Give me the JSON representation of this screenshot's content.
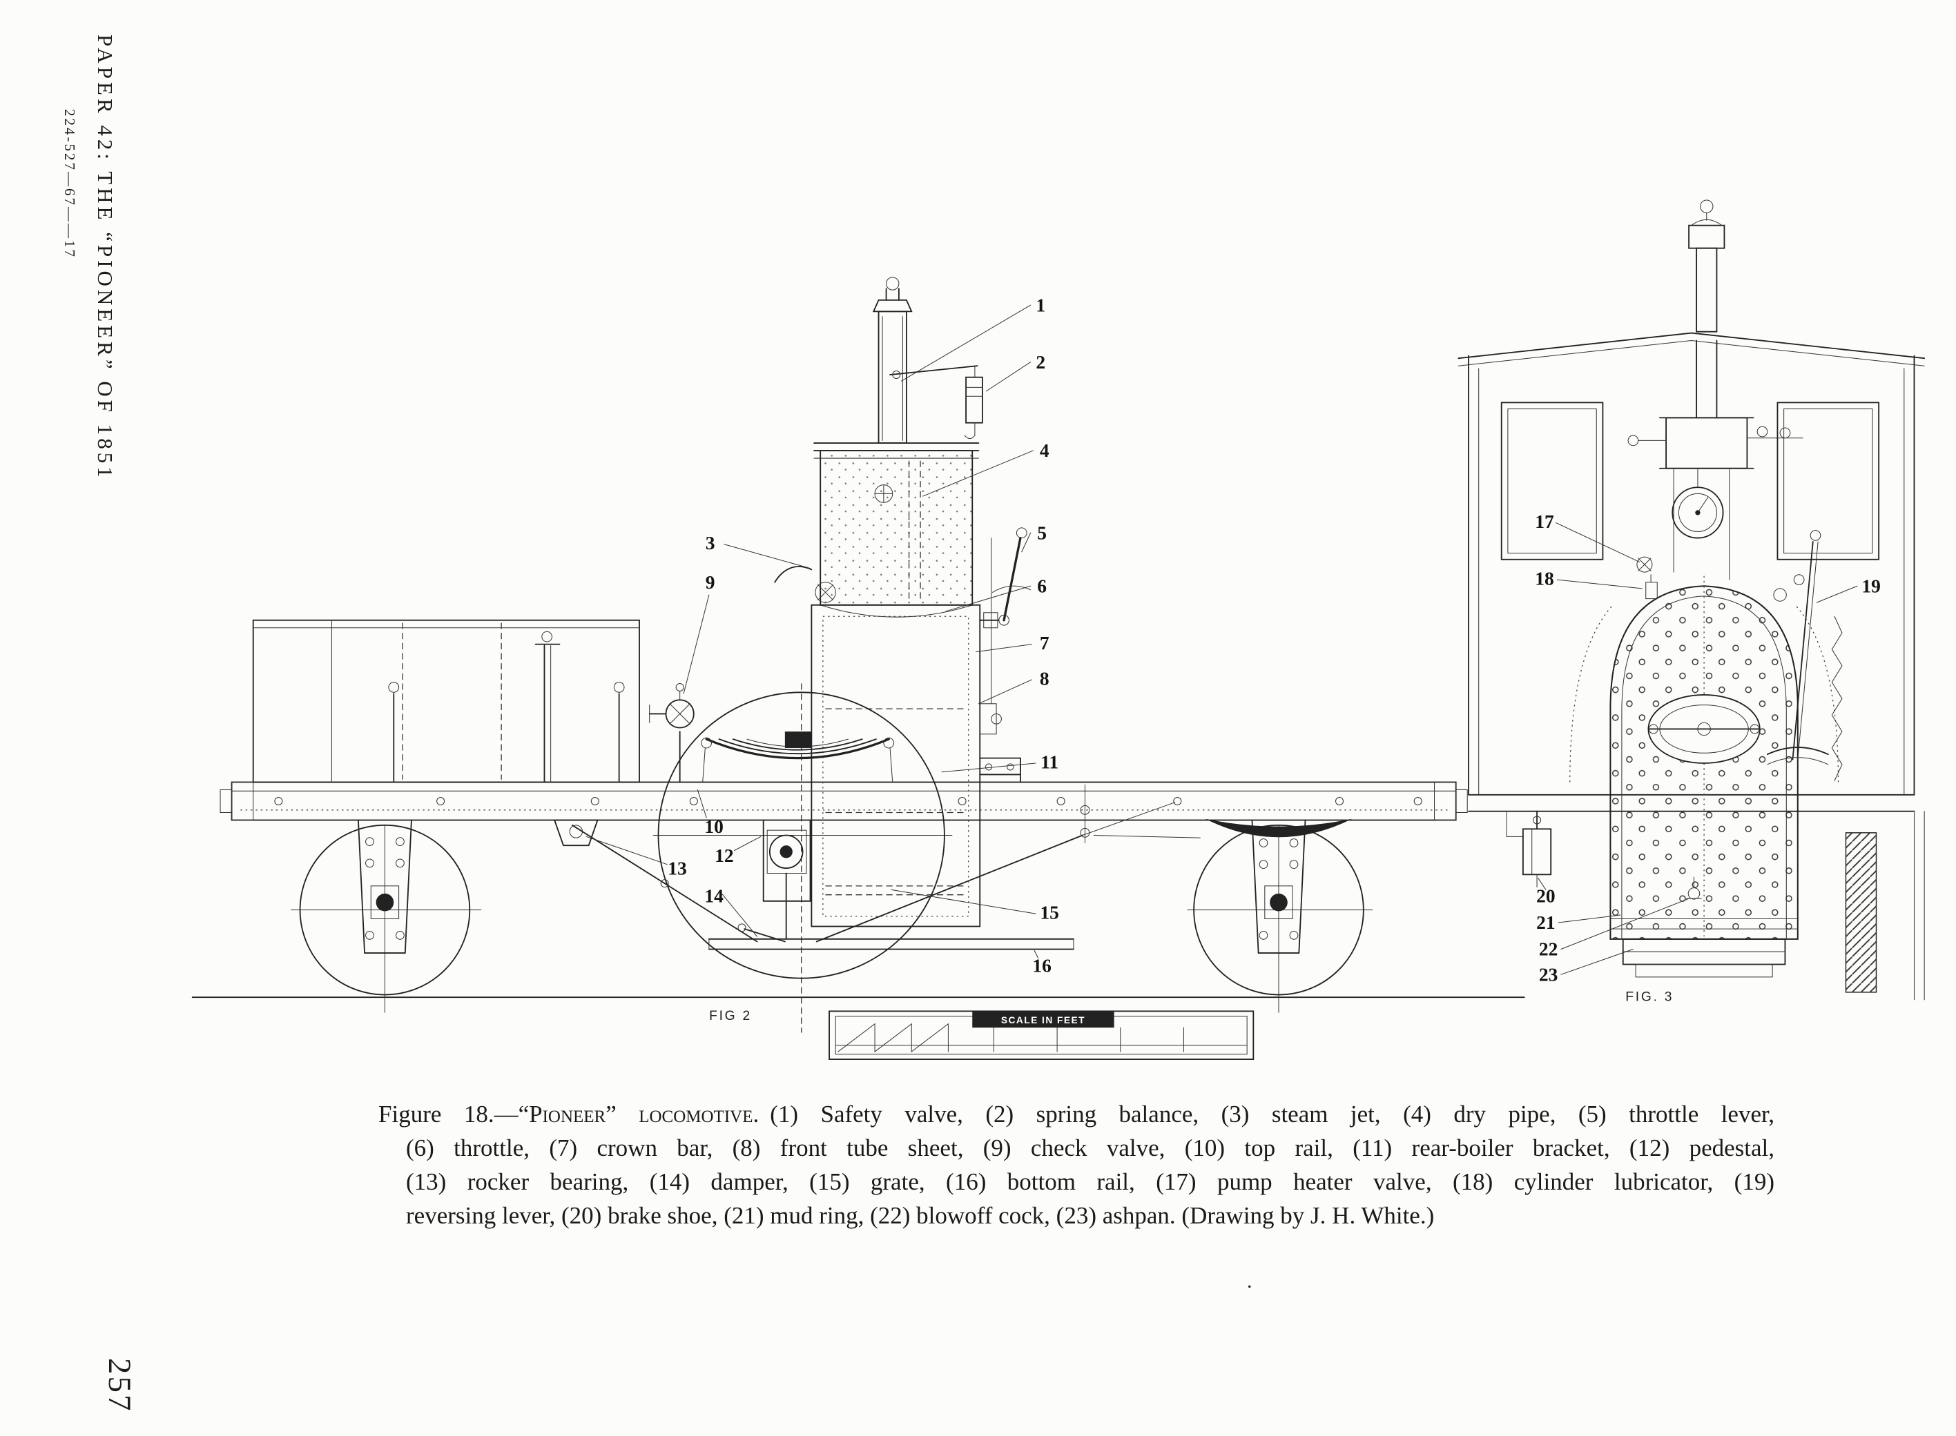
{
  "page": {
    "running_head": "PAPER 42:  THE  “PIONEER”  OF  1851",
    "print_code": "224-527—67——17",
    "page_number": "257",
    "ornament": "."
  },
  "figure": {
    "fig2_label": "FIG 2",
    "fig3_label": "FIG. 3",
    "scale_label": "SCALE IN FEET",
    "callout_numbers": [
      "1",
      "2",
      "3",
      "4",
      "5",
      "6",
      "7",
      "8",
      "9",
      "10",
      "11",
      "12",
      "13",
      "14",
      "15",
      "16",
      "17",
      "18",
      "19",
      "20",
      "21",
      "22",
      "23"
    ]
  },
  "caption": {
    "figure_label": "Figure 18.—",
    "title_smallcaps": "“Pioneer” locomotive.",
    "line1_rest": "(1) Safety valve, (2) spring balance, (3) steam jet, (4) dry pipe, (5) throttle lever,",
    "line2": "(6) throttle, (7) crown bar, (8) front tube sheet, (9) check valve, (10) top rail, (11) rear-boiler bracket, (12) pedestal,",
    "line3": "(13) rocker bearing, (14) damper, (15) grate, (16) bottom rail, (17) pump heater valve, (18) cylinder lubricator, (19)",
    "line4": "reversing lever, (20) brake shoe, (21) mud ring, (22) blowoff cock, (23) ashpan.   (Drawing by J. H. White.)"
  },
  "colors": {
    "ink": "#1c1c1c",
    "paper": "#fcfcfa"
  }
}
